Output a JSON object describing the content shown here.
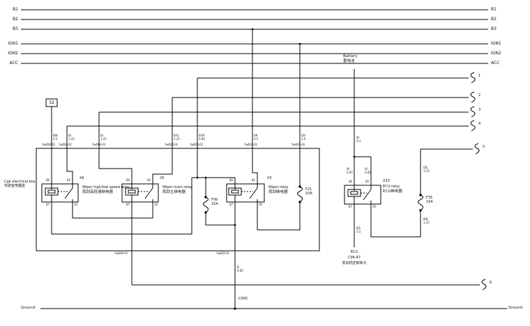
{
  "buses": [
    "B1",
    "B2",
    "B3",
    "IGN1",
    "IGN2",
    "ACC"
  ],
  "connector_numbers": [
    "1",
    "2",
    "3",
    "4",
    "5",
    "6"
  ],
  "battery": {
    "name_en": "Battery",
    "name_zh": "蓄电池"
  },
  "box32_label": "32",
  "cab_box": {
    "name_en": "Cab electrical box",
    "name_zh": "驾驶室电器盒"
  },
  "feed_wires": [
    {
      "code": "BW",
      "gauge": "0.5",
      "connector": "Yw/B04-02"
    },
    {
      "code": "Br",
      "gauge": "1.25",
      "connector": "Yw/B04-01"
    },
    {
      "code": "Br",
      "gauge": "1.25",
      "connector": "Yw/B04-03"
    },
    {
      "code": "BrG",
      "gauge": "1.25",
      "connector": "Yw/B04-04"
    },
    {
      "code": "BrW",
      "gauge": "0.85",
      "connector": "Yw/B04-02"
    },
    {
      "code": "BR",
      "gauge": "0.5",
      "connector": "Yw/B25-02"
    },
    {
      "code": "GB",
      "gauge": "2.0",
      "connector": "Yw/B25-04"
    }
  ],
  "relays": {
    "x6": {
      "id": "X6",
      "name_en": "Wiper high/low speed relay",
      "name_zh": "雨刮高低速继电器",
      "pins": [
        "86",
        "85",
        "87",
        "30"
      ]
    },
    "x5": {
      "id": "X5",
      "name_en": "Wiper main relay",
      "name_zh": "雨刮主继电器",
      "pins": [
        "86",
        "85",
        "87",
        "30"
      ]
    },
    "x3": {
      "id": "X3",
      "name_en": "Wiper relay",
      "name_zh": "雨刮继电器",
      "pins": [
        "86",
        "85",
        "87",
        "30"
      ]
    },
    "x20": {
      "id": "X20",
      "name_en": "ECU relay",
      "name_zh": "ECU继电器",
      "pins": [
        "86",
        "85",
        "87",
        "30"
      ]
    }
  },
  "fuses": [
    {
      "id": "F06",
      "rating": "15A"
    },
    {
      "id": "F21",
      "rating": "10A"
    },
    {
      "id": "F35",
      "rating": "15A"
    }
  ],
  "branch_wires": [
    {
      "code": "W",
      "gauge": "0.5"
    },
    {
      "code": "W",
      "gauge": "0.85"
    },
    {
      "code": "W",
      "gauge": "0.85"
    },
    {
      "code": "GB",
      "gauge": "1.25"
    },
    {
      "code": "BW",
      "gauge": "1.25"
    },
    {
      "code": "BO",
      "gauge": "0.5"
    },
    {
      "code": "B",
      "gauge": "0.85"
    }
  ],
  "ecu": {
    "line1": "ECU",
    "line2": "C96-47",
    "line3": "发动机控制单元"
  },
  "c005_label": "C005",
  "ground": {
    "left": "Ground",
    "right": "Ground"
  },
  "bottom_connectors": {
    "left": "Yw/B04-05",
    "right": "Yw/B22-01"
  }
}
